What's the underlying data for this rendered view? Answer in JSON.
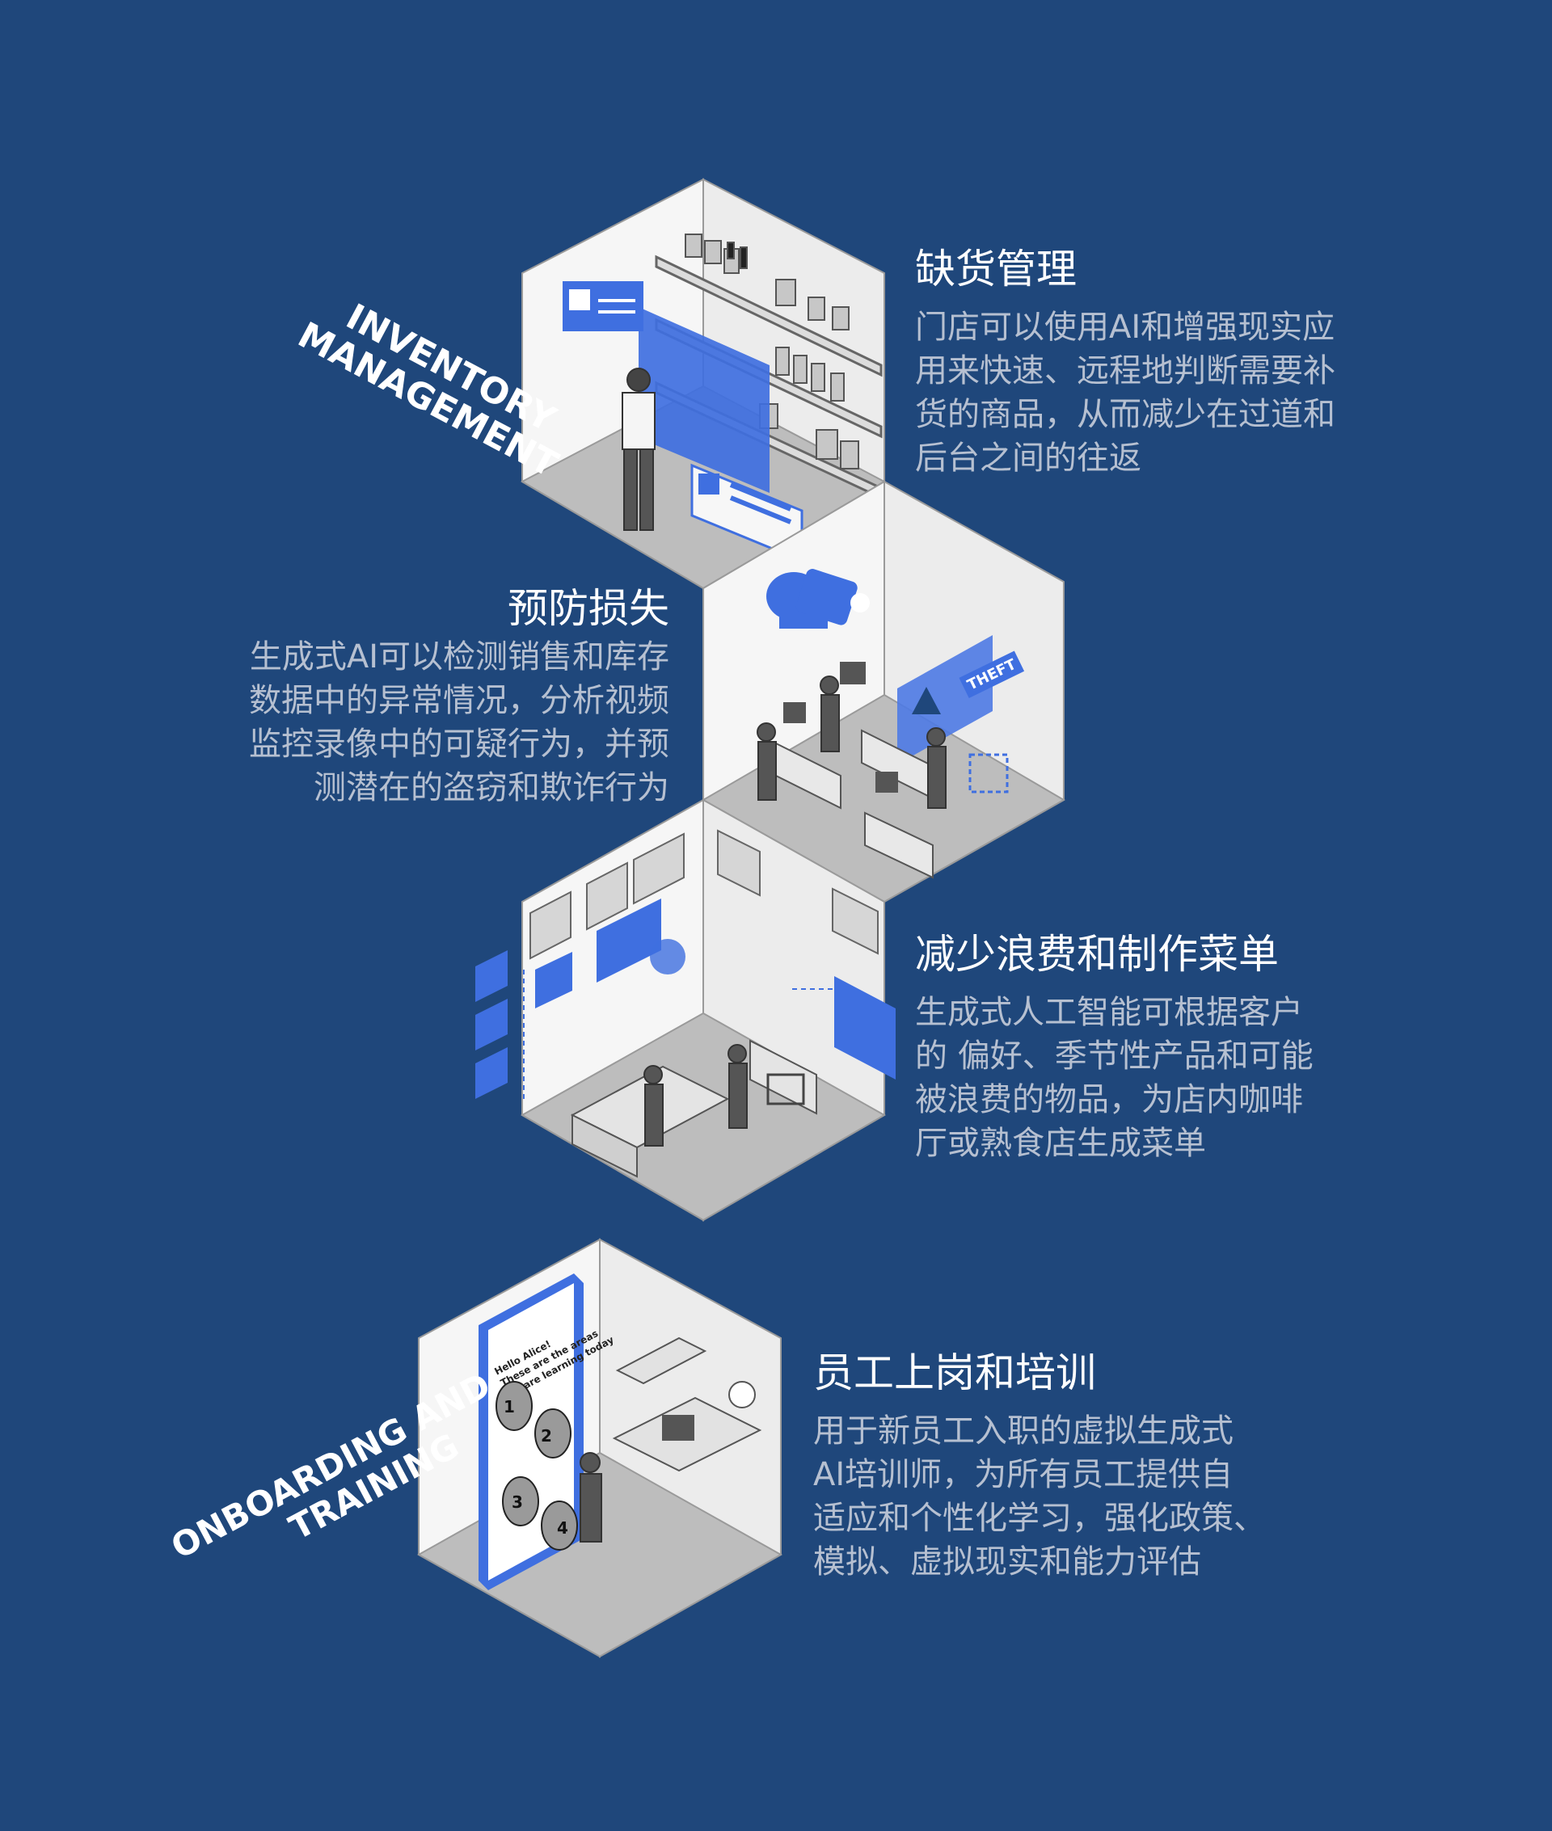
{
  "colors": {
    "background": "#1f477b",
    "accent_blue": "#3f6fe0",
    "room_light": "#efefef",
    "room_mid": "#d4d4d4",
    "room_dark": "#a9a9a9",
    "line": "#555555",
    "title_text": "#ffffff",
    "body_text": "#b6c0d1"
  },
  "section_labels": {
    "inventory": {
      "line1": "INVENTORY",
      "line2": "MANAGEMENT"
    },
    "onboarding": {
      "line1": "ONBOARDING AND",
      "line2": "TRAINING"
    }
  },
  "room_labels": {
    "theft_tag": "THEFT",
    "phone_greeting": [
      "Hello Alice!",
      "These are the areas",
      "we are learning today"
    ],
    "phone_steps": [
      "1",
      "2",
      "3",
      "4"
    ]
  },
  "sections": [
    {
      "title": "缺货管理",
      "desc_lines": [
        "门店可以使用AI和增强现实应",
        "用来快速、远程地判断需要补",
        "货的商品，从而减少在过道和",
        "后台之间的往返"
      ]
    },
    {
      "title": "预防损失",
      "desc_lines": [
        "生成式AI可以检测销售和库存",
        "数据中的异常情况，分析视频",
        "监控录像中的可疑行为，并预",
        "测潜在的盗窃和欺诈行为"
      ]
    },
    {
      "title": "减少浪费和制作菜单",
      "desc_lines": [
        "生成式人工智能可根据客户",
        "的 偏好、季节性产品和可能",
        "被浪费的物品，为店内咖啡",
        "厅或熟食店生成菜单"
      ]
    },
    {
      "title": "员工上岗和培训",
      "desc_lines": [
        "用于新员工入职的虚拟生成式",
        "AI培训师，为所有员工提供自",
        "适应和个性化学习，强化政策、",
        "模拟、虚拟现实和能力评估"
      ]
    }
  ]
}
